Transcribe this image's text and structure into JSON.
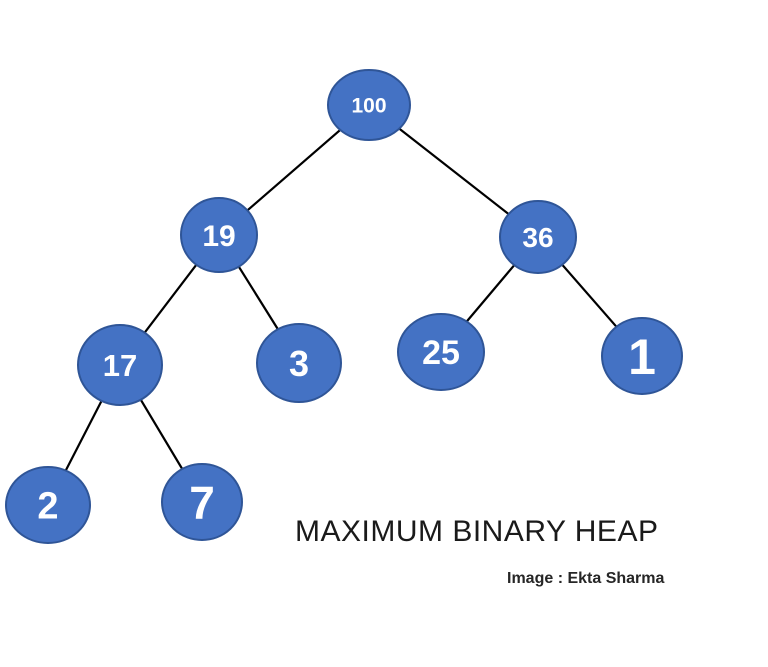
{
  "diagram": {
    "type": "max-binary-heap-tree",
    "title": "MAXIMUM BINARY HEAP",
    "credit": "Image : Ekta Sharma",
    "colors": {
      "node_fill": "#4472C4",
      "node_border": "#2F5597",
      "node_text": "#FFFFFF",
      "edge": "#000000"
    },
    "nodes": [
      {
        "id": "root",
        "value": "100"
      },
      {
        "id": "left",
        "value": "19"
      },
      {
        "id": "right",
        "value": "36"
      },
      {
        "id": "left-left",
        "value": "17"
      },
      {
        "id": "left-right",
        "value": "3"
      },
      {
        "id": "right-left",
        "value": "25"
      },
      {
        "id": "right-right",
        "value": "1"
      },
      {
        "id": "left-left-left",
        "value": "2"
      },
      {
        "id": "left-left-right",
        "value": "7"
      }
    ],
    "edges": [
      {
        "from": "100",
        "to": "19"
      },
      {
        "from": "100",
        "to": "36"
      },
      {
        "from": "19",
        "to": "17"
      },
      {
        "from": "19",
        "to": "3"
      },
      {
        "from": "36",
        "to": "25"
      },
      {
        "from": "36",
        "to": "1"
      },
      {
        "from": "17",
        "to": "2"
      },
      {
        "from": "17",
        "to": "7"
      }
    ]
  }
}
